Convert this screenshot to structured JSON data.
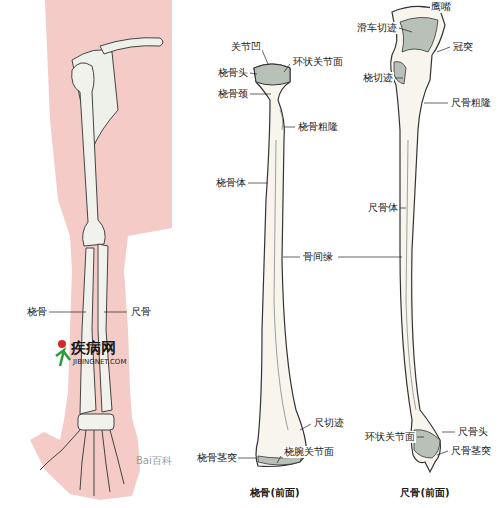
{
  "diagram": {
    "labels": [
      "桡骨",
      "尺骨",
      "关节凹",
      "环状关节面",
      "桡骨头",
      "桡骨颈",
      "桡骨粗隆",
      "桡骨体",
      "骨间缘",
      "尺切迹",
      "桡骨茎突",
      "桡腕关节面",
      "桡骨(前面)",
      "鹰嘴",
      "滑车切迹",
      "冠突",
      "桡切迹",
      "尺骨粗隆",
      "尺骨体",
      "环状关节面",
      "尺骨头",
      "尺骨茎突",
      "尺骨(前面)",
      "疾病网",
      "JIBINGNET.COM",
      "Bai百科"
    ]
  }
}
